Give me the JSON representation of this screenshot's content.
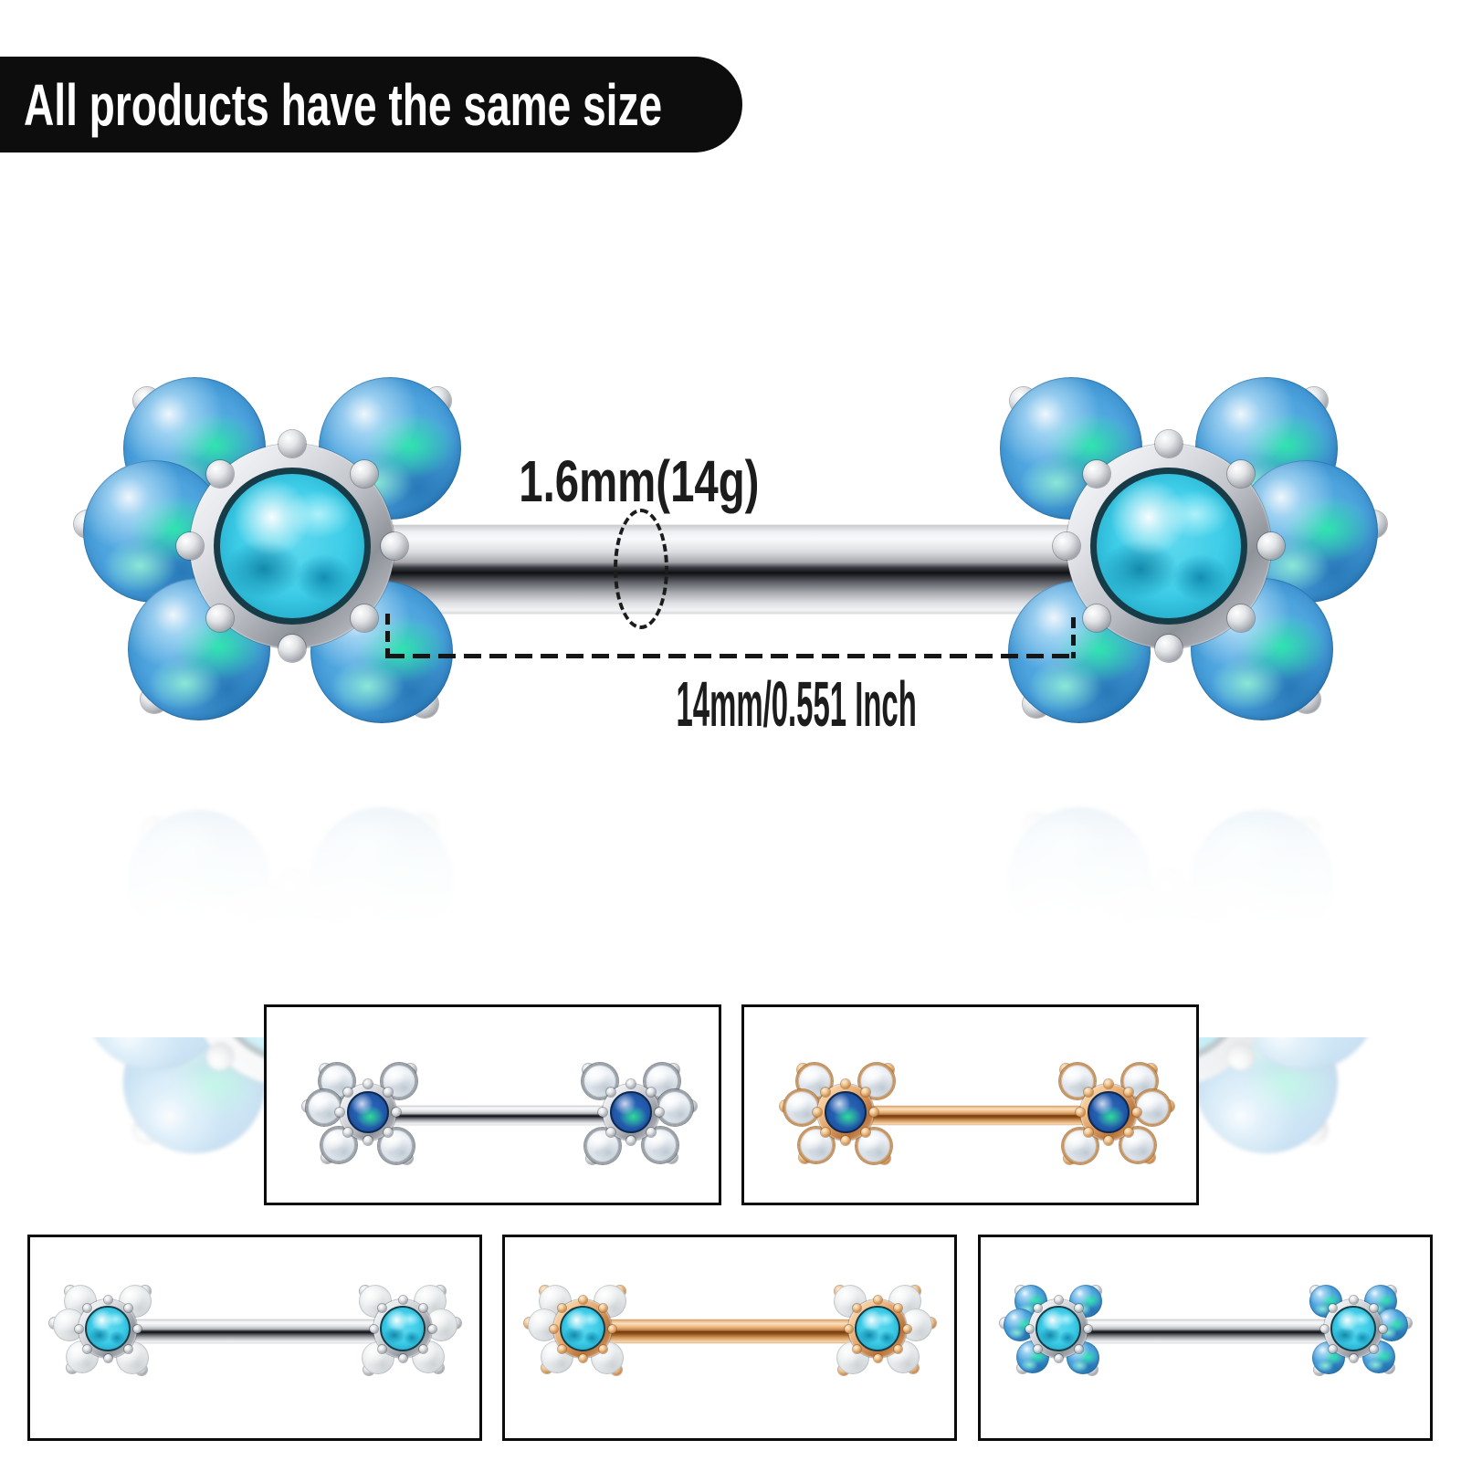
{
  "banner": {
    "text": "All products have the same size"
  },
  "annotations": {
    "gauge_label": "1.6mm(14g)",
    "length_label": "14mm/0.551 Inch"
  },
  "main_product": {
    "name": "flower-nipple-barbell-blue-opal-petals-aqua-center",
    "metal": "silver",
    "petal": "blue-opal",
    "gem": "aqua-crystal"
  },
  "variants": [
    {
      "name": "silver-clear-crystal-petals-blue-opal-center",
      "metal": "silver",
      "petal": "clear-crystal",
      "gem": "blue-opal"
    },
    {
      "name": "rose-gold-clear-crystal-petals-blue-opal-center",
      "metal": "rose-gold",
      "petal": "clear-crystal",
      "gem": "blue-opal"
    },
    {
      "name": "silver-white-opal-petals-aqua-center",
      "metal": "silver",
      "petal": "white-opal",
      "gem": "aqua-crystal"
    },
    {
      "name": "rose-gold-white-opal-petals-aqua-center",
      "metal": "rose-gold",
      "petal": "white-opal",
      "gem": "aqua-crystal"
    },
    {
      "name": "silver-blue-opal-petals-aqua-center",
      "metal": "silver",
      "petal": "blue-opal",
      "gem": "aqua-crystal"
    }
  ],
  "colors": {
    "banner_bg": "#0d0d0d",
    "banner_text": "#ffffff",
    "annotation_ink": "#1c1c1c",
    "blue_opal": "#4da3dd",
    "opal_flash_green": "#2ee8ad",
    "aqua_crystal": "#3ecde8",
    "blue_opal_center": "#2e6fc6",
    "white_opal": "#e9eced",
    "silver": "#c2c5cb",
    "rose_gold": "#dd9c62"
  }
}
